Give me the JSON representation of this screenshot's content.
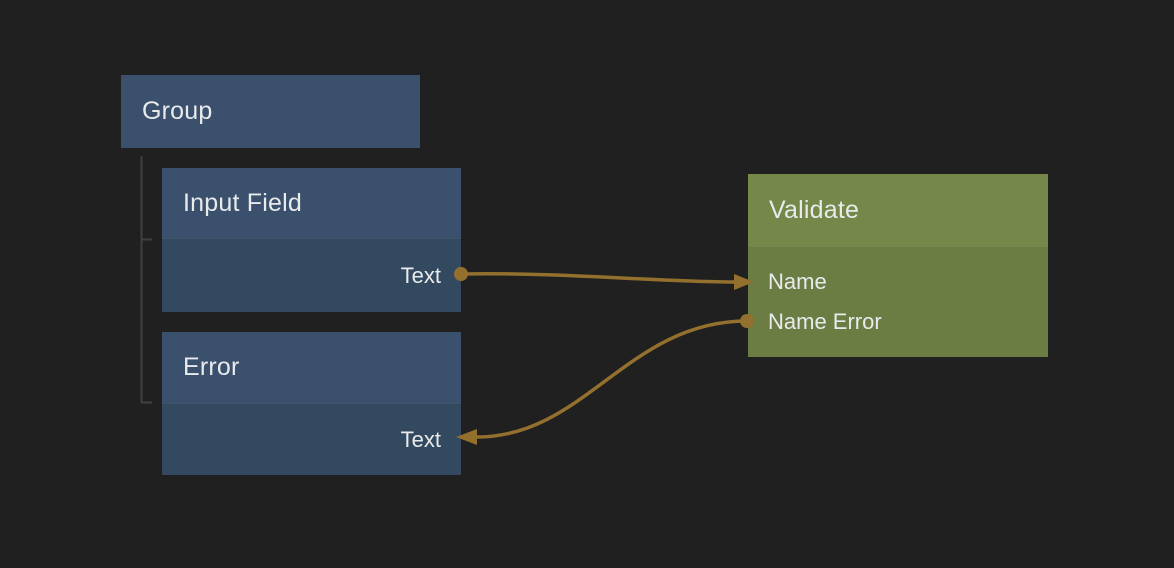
{
  "editor": {
    "background": "#202020",
    "colors": {
      "blue_node_header": "#3a506c",
      "blue_node_body": "#33495f",
      "green_node_header": "#75884a",
      "green_node_body": "#6c7d44",
      "wire": "#93702d",
      "label_text": "#e8eaec",
      "hierarchy_line": "#404040"
    }
  },
  "nodes": [
    {
      "id": "group",
      "title": "Group",
      "kind": "group"
    },
    {
      "id": "input-field",
      "title": "Input Field",
      "outputs": [
        {
          "label": "Text"
        }
      ]
    },
    {
      "id": "error",
      "title": "Error",
      "inputs": [
        {
          "label": "Text"
        }
      ]
    },
    {
      "id": "validate",
      "title": "Validate",
      "inputs": [
        {
          "label": "Name"
        }
      ],
      "outputs": [
        {
          "label": "Name Error"
        }
      ]
    }
  ],
  "hierarchy": [
    {
      "parent": "group",
      "children": [
        "input-field",
        "error"
      ]
    }
  ],
  "connections": [
    {
      "from": "input-field.Text",
      "to": "validate.Name"
    },
    {
      "from": "validate.Name Error",
      "to": "error.Text"
    }
  ]
}
